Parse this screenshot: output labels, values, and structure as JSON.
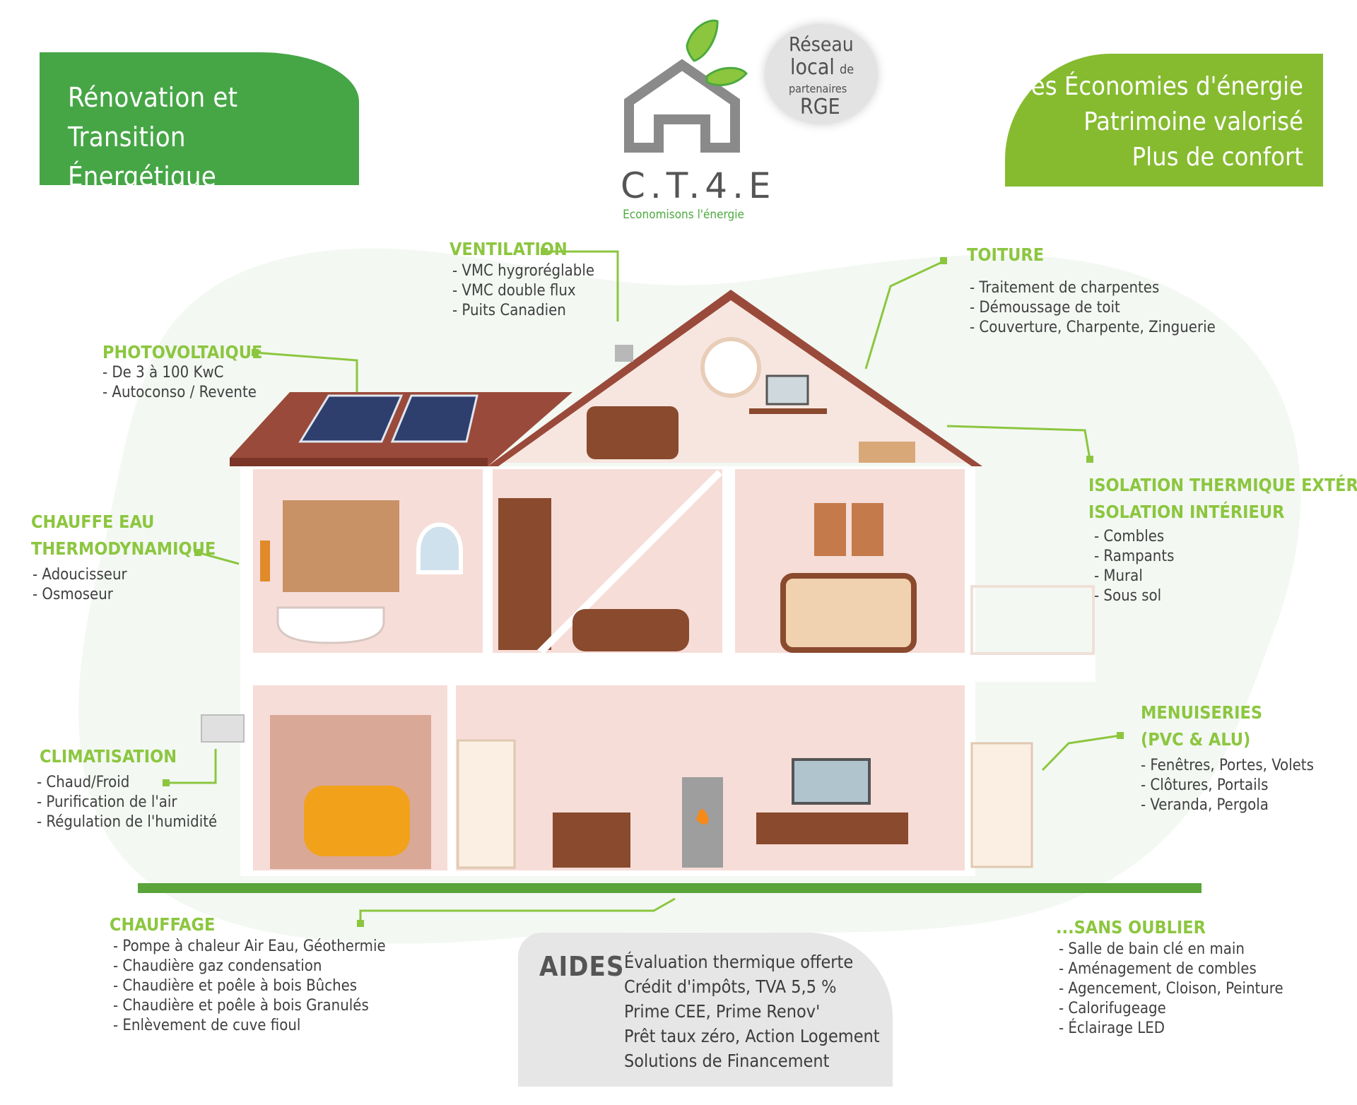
{
  "banner_left": {
    "lines": [
      "Rénovation et Transition",
      "Énergétique"
    ],
    "color": "#46a646"
  },
  "banner_right": {
    "lines": [
      "Des Économies d'énergie",
      "Patrimoine valorisé",
      "Plus de confort"
    ],
    "color": "#86bb30"
  },
  "logo": {
    "brand": "C.T.4.E",
    "tagline": "Economisons l'énergie",
    "badge": {
      "line1": "Réseau",
      "line2": "local",
      "line2b": "de",
      "line3": "partenaires",
      "line4": "RGE"
    }
  },
  "sections": {
    "ventilation": {
      "title": "VENTILATION",
      "items": [
        "- VMC hygroréglable",
        "- VMC double flux",
        "- Puits Canadien"
      ]
    },
    "toiture": {
      "title": "TOITURE",
      "items": [
        "- Traitement de charpentes",
        "- Démoussage de toit",
        "- Couverture, Charpente, Zinguerie"
      ]
    },
    "photovoltaique": {
      "title": "PHOTOVOLTAIQUE",
      "items": [
        "- De 3 à 100 KwC",
        "- Autoconso / Revente"
      ]
    },
    "chauffe_eau": {
      "title1": "CHAUFFE EAU",
      "title2": "THERMODYNAMIQUE",
      "items": [
        "- Adoucisseur",
        "- Osmoseur"
      ]
    },
    "isolation": {
      "title1": "ISOLATION THERMIQUE EXTÉRIEUR",
      "title2": "ISOLATION INTÉRIEUR",
      "items": [
        "- Combles",
        "- Rampants",
        "- Mural",
        "- Sous sol"
      ]
    },
    "climatisation": {
      "title": "CLIMATISATION",
      "items": [
        "- Chaud/Froid",
        "- Purification de l'air",
        "- Régulation de l'humidité"
      ]
    },
    "menuiseries": {
      "title1": "MENUISERIES",
      "title2": "(PVC & ALU)",
      "items": [
        "- Fenêtres, Portes, Volets",
        "- Clôtures, Portails",
        "- Veranda, Pergola"
      ]
    },
    "chauffage": {
      "title": "CHAUFFAGE",
      "items": [
        "- Pompe à chaleur Air Eau, Géothermie",
        "- Chaudière gaz condensation",
        "- Chaudière et poêle à bois Bûches",
        "- Chaudière et poêle à bois Granulés",
        "- Enlèvement de cuve fioul"
      ]
    },
    "sans_oublier": {
      "title": "...SANS OUBLIER",
      "items": [
        "- Salle de bain clé en main",
        "- Aménagement de combles",
        "- Agencement, Cloison, Peinture",
        "- Calorifugeage",
        "- Éclairage LED"
      ]
    }
  },
  "aides": {
    "label": "AIDES",
    "items": [
      "Évaluation thermique offerte",
      "Crédit d'impôts, TVA 5,5 %",
      "Prime CEE, Prime Renov'",
      "Prêt taux zéro, Action Logement",
      "Solutions de Financement"
    ]
  },
  "colors": {
    "accent_green": "#8cc63f",
    "connector": "#8cc63f",
    "roof": "#9a4a3a",
    "wall": "#f6ddd8"
  }
}
